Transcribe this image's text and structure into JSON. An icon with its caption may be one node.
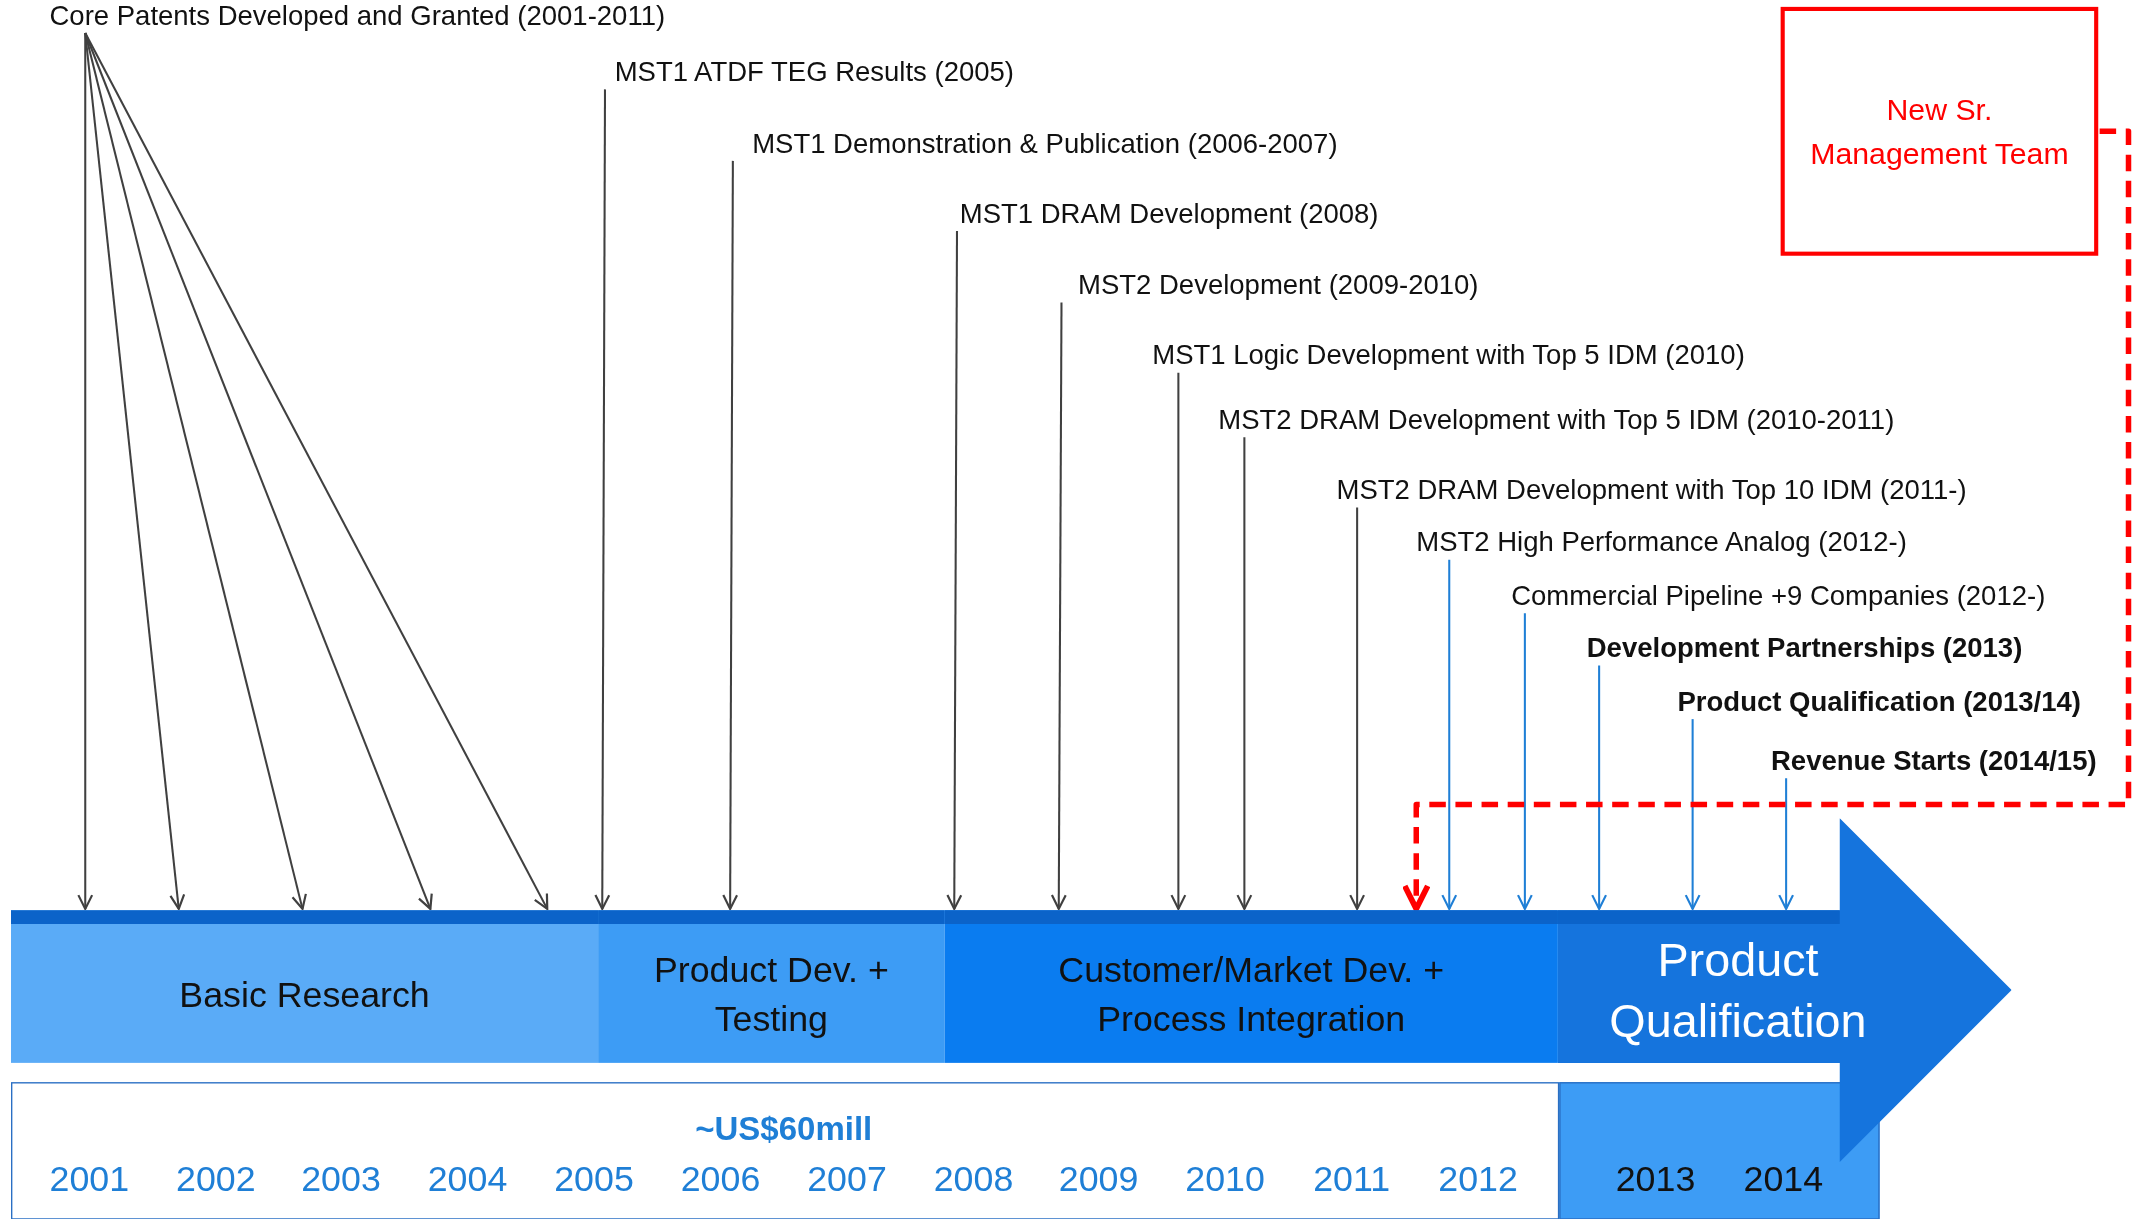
{
  "diagram": {
    "nodes": [
      {
        "text": [
          "Core Patents Developed and Granted (2001-2011)"
        ]
      },
      {
        "text": [
          "MST1 ATDF TEG Results (2005)"
        ]
      },
      {
        "text": [
          "MST1 Demonstration & Publication (2006-2007)"
        ]
      },
      {
        "text": [
          "MST1 DRAM Development (2008)"
        ]
      },
      {
        "text": [
          "MST2 Development (2009-2010)"
        ]
      },
      {
        "text": [
          "MST1 Logic Development with Top 5 IDM (2010)"
        ]
      },
      {
        "text": [
          "MST2 DRAM Development with Top 5 IDM (2010-2011)"
        ]
      },
      {
        "text": [
          "MST2 DRAM Development with Top 10 IDM (2011-)"
        ]
      },
      {
        "text": [
          "MST2 High Performance Analog (2012-)"
        ]
      },
      {
        "text": [
          "Commercial Pipeline +9 Companies (2012-)"
        ]
      },
      {
        "text": [
          "Development Partnerships (2013)"
        ]
      },
      {
        "text": [
          "Product Qualification (2013/14)"
        ]
      },
      {
        "text": [
          "Revenue Starts (2014/15)"
        ]
      },
      {
        "text": [
          "New Sr. Management Team"
        ]
      },
      {
        "text": [
          "Basic Research"
        ]
      },
      {
        "text": [
          "Product Dev. + Testing"
        ]
      },
      {
        "text": [
          "Customer/Market Dev. + Process Integration"
        ]
      },
      {
        "text": [
          "Product Qualification"
        ]
      }
    ],
    "edges": [
      {
        "from": 0,
        "to": 14,
        "arrow": "to"
      },
      {
        "from": 0,
        "to": 14,
        "arrow": "to"
      },
      {
        "from": 0,
        "to": 14,
        "arrow": "to"
      },
      {
        "from": 0,
        "to": 14,
        "arrow": "to"
      },
      {
        "from": 0,
        "to": 14,
        "arrow": "to"
      },
      {
        "from": 1,
        "to": 15,
        "arrow": "to"
      },
      {
        "from": 2,
        "to": 15,
        "arrow": "to"
      },
      {
        "from": 3,
        "to": 16,
        "arrow": "to"
      },
      {
        "from": 4,
        "to": 16,
        "arrow": "to"
      },
      {
        "from": 5,
        "to": 16,
        "arrow": "to"
      },
      {
        "from": 6,
        "to": 16,
        "arrow": "to"
      },
      {
        "from": 7,
        "to": 16,
        "arrow": "to"
      },
      {
        "from": 8,
        "to": 16,
        "arrow": "to",
        "color": "#1f7fd6"
      },
      {
        "from": 9,
        "to": 16,
        "arrow": "to",
        "color": "#1f7fd6"
      },
      {
        "from": 10,
        "to": 17,
        "arrow": "to",
        "color": "#1f7fd6"
      },
      {
        "from": 11,
        "to": 17,
        "arrow": "to",
        "color": "#1f7fd6"
      },
      {
        "from": 12,
        "to": 17,
        "arrow": "to",
        "color": "#1f7fd6"
      },
      {
        "from": 13,
        "to": 16,
        "arrow": "to",
        "style": "dashed",
        "color": "#ff0000"
      }
    ],
    "labels": [
      "~US$60mill",
      "2001",
      "2002",
      "2003",
      "2004",
      "2005",
      "2006",
      "2007",
      "2008",
      "2009",
      "2010",
      "2011",
      "2012",
      "2013",
      "2014"
    ]
  }
}
